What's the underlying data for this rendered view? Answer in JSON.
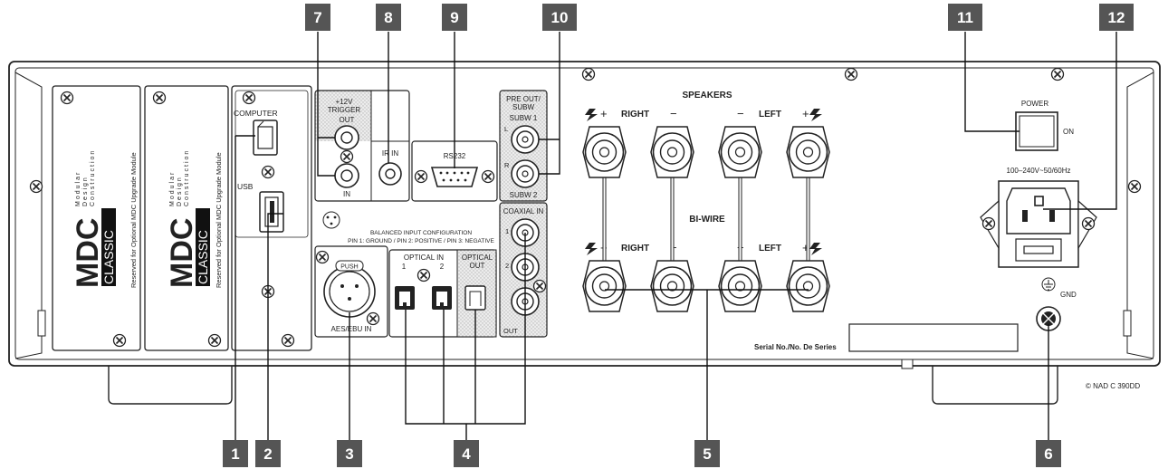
{
  "colors": {
    "badge": "#555555",
    "badge_text": "#ffffff",
    "panel_line": "#222222",
    "dotted_area": "#e3e3e3",
    "body_fill": "#ffffff"
  },
  "callouts": [
    "1",
    "2",
    "3",
    "4",
    "5",
    "6",
    "7",
    "8",
    "9",
    "10",
    "11",
    "12"
  ],
  "mdc_module": {
    "brand_big": "MDC",
    "brand_small": "CLASSIC",
    "tagline_lines": [
      "Modular",
      "Design",
      "Construction"
    ],
    "reserved_text": "Reserved for Optional MDC Upgrade Module"
  },
  "labels": {
    "computer": "COMPUTER",
    "usb": "USB",
    "trigger": "+12V\nTRIGGER",
    "trigger_line1": "+12V",
    "trigger_line2": "TRIGGER",
    "trigger_out": "OUT",
    "trigger_in": "IN",
    "ir_in": "IR IN",
    "rs232": "RS232",
    "pre_out_line1": "PRE OUT/",
    "pre_out_line2": "SUBW",
    "subw1": "SUBW 1",
    "subw2": "SUBW 2",
    "pre_l": "L",
    "pre_r": "R",
    "balanced_config": "BALANCED INPUT CONFIGURATION",
    "balanced_pins": "PIN 1: GROUND / PIN 2: POSITIVE / PIN 3: NEGATIVE",
    "push": "PUSH",
    "aes_ebu": "AES/EBU IN",
    "optical_in": "OPTICAL IN",
    "opt1": "1",
    "opt2": "2",
    "optical_out_line1": "OPTICAL",
    "optical_out_line2": "OUT",
    "coaxial_in": "COAXIAL IN",
    "coax1": "1",
    "coax2": "2",
    "coax_out": "OUT",
    "speakers": "SPEAKERS",
    "biwire": "BI-WIRE",
    "right": "RIGHT",
    "left": "LEFT",
    "plus": "+",
    "minus": "−",
    "power": "POWER",
    "on": "ON",
    "voltage": "100–240V~50/60Hz",
    "gnd": "GND",
    "serial": "Serial No./No. De Series",
    "copyright": "©  NAD C 390DD"
  }
}
